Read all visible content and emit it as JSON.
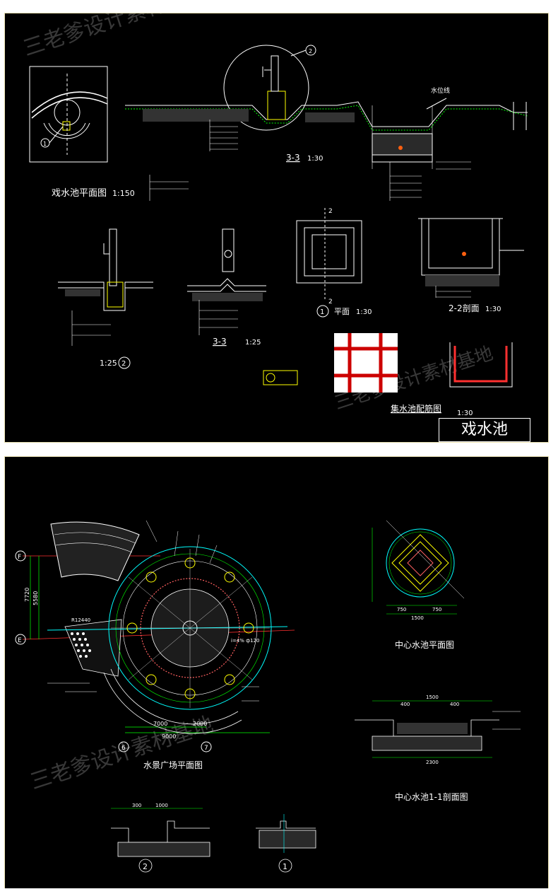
{
  "watermark": "三老爹设计素材基地",
  "sheet1": {
    "title_block": "戏水池",
    "views": {
      "plan_title": "戏水池平面图",
      "plan_scale": "1:150",
      "section33_title": "3-3",
      "section33_scale": "1:30",
      "detail2_scale": "1:25",
      "detail2_marker": "2",
      "section33b_title": "3-3",
      "section33b_scale": "1:25",
      "plan1_marker": "1",
      "plan1_title": "平面",
      "plan1_scale": "1:30",
      "section22_title": "2-2剖面",
      "section22_scale": "1:30",
      "rebar_title": "集水池配筋图",
      "rebar_scale": "1:30",
      "water_level_label": "水位线",
      "callout_marker": "2",
      "plan_marker": "1"
    },
    "colors": {
      "border": "#e8e0b0",
      "line": "#ffffff",
      "cyan": "#00ffff",
      "red": "#ff2020",
      "yellow": "#ffff00",
      "green": "#00ff00"
    }
  },
  "sheet2": {
    "views": {
      "plaza_title": "水景广场平面图",
      "pool_plan_title": "中心水池平面图",
      "pool_section_title": "中心水池1-1剖面图",
      "detail2_marker": "2",
      "detail1_marker": "1",
      "axis_F": "F",
      "axis_E": "E",
      "axis_6": "6",
      "axis_7": "7",
      "dim_7000": "7000",
      "dim_2000": "2000",
      "dim_9000": "9000",
      "dim_7720": "7720",
      "dim_5580": "5580",
      "dim_1500": "1500",
      "dim_750a": "750",
      "dim_750b": "750",
      "dim_2300": "2300",
      "dim_400a": "400",
      "dim_400b": "400",
      "dim_1000": "1000",
      "dim_300": "300",
      "radius_label": "R12440",
      "slope_label": "i=4% ф120"
    }
  }
}
